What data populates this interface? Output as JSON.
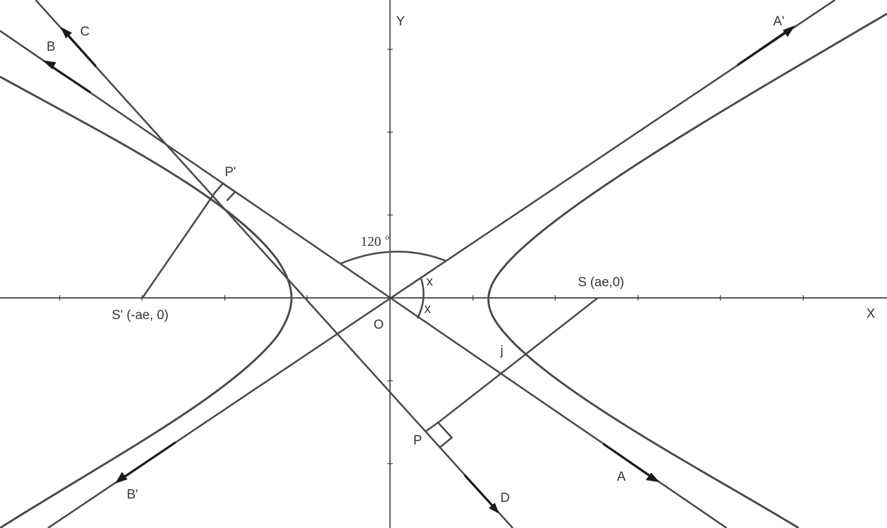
{
  "labels": {
    "y_axis": "Y",
    "x_axis": "X",
    "origin": "O",
    "s_focus": "S (ae,0)",
    "s_prime_focus": "S' (-ae, 0)",
    "p": "P",
    "p_prime": "P'",
    "a": "A",
    "a_prime": "A'",
    "b": "B",
    "b_prime": "B'",
    "c": "C",
    "d": "D",
    "j": "j",
    "x_upper": "x",
    "x_lower": "x",
    "angle_value": "120",
    "angle_sup": "o"
  },
  "colors": {
    "curve": "#4a4a4a",
    "axis": "#1a1a1a",
    "arrow": "#1a1a1a",
    "text": "#333333"
  }
}
